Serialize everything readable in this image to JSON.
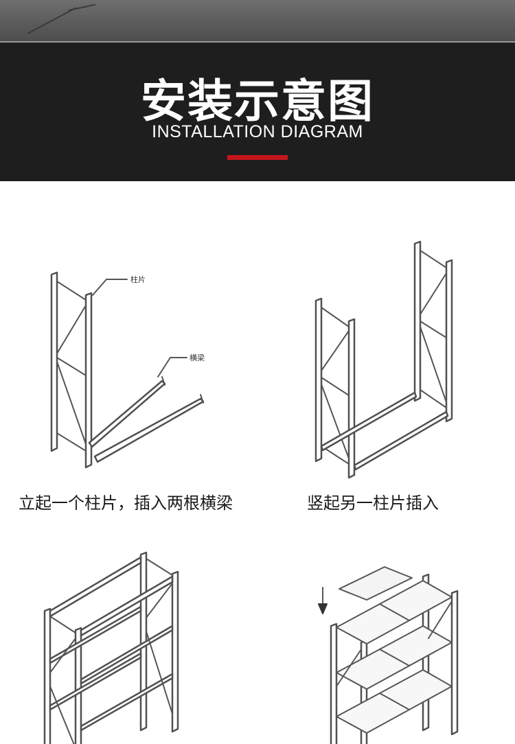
{
  "header": {
    "title": "安装示意图",
    "subtitle": "INSTALLATION DIAGRAM",
    "accent_color": "#c4161c"
  },
  "steps": [
    {
      "caption": "立起一个柱片，插入两根横梁",
      "labels": {
        "upright": "柱片",
        "beam": "横梁"
      }
    },
    {
      "caption": "竖起另一柱片插入"
    },
    {
      "caption": ""
    },
    {
      "caption": ""
    }
  ]
}
